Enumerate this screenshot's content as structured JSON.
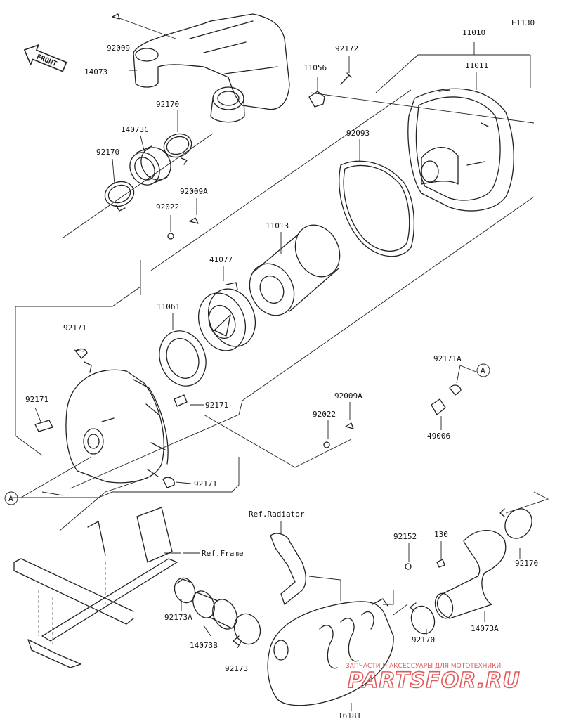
{
  "diagram": {
    "code": "E1130",
    "front_label": "FRONT",
    "callouts": [
      {
        "id": "c1",
        "text": "92009"
      },
      {
        "id": "c2",
        "text": "14073"
      },
      {
        "id": "c3",
        "text": "11056"
      },
      {
        "id": "c4",
        "text": "92172"
      },
      {
        "id": "c5",
        "text": "11010"
      },
      {
        "id": "c6",
        "text": "11011"
      },
      {
        "id": "c7",
        "text": "92170"
      },
      {
        "id": "c8",
        "text": "14073C"
      },
      {
        "id": "c9",
        "text": "92170"
      },
      {
        "id": "c10",
        "text": "92009A"
      },
      {
        "id": "c11",
        "text": "92022"
      },
      {
        "id": "c12",
        "text": "92093"
      },
      {
        "id": "c13",
        "text": "11013"
      },
      {
        "id": "c14",
        "text": "41077"
      },
      {
        "id": "c15",
        "text": "11061"
      },
      {
        "id": "c16",
        "text": "92171"
      },
      {
        "id": "c17",
        "text": "92171"
      },
      {
        "id": "c18",
        "text": "92171"
      },
      {
        "id": "c19",
        "text": "92171"
      },
      {
        "id": "c20",
        "text": "92171A"
      },
      {
        "id": "c21",
        "text": "49006"
      },
      {
        "id": "c22",
        "text": "92009A"
      },
      {
        "id": "c23",
        "text": "92022"
      },
      {
        "id": "c24",
        "text": "Ref.Radiator"
      },
      {
        "id": "c25",
        "text": "92152"
      },
      {
        "id": "c26",
        "text": "130"
      },
      {
        "id": "c27",
        "text": "Ref.Frame"
      },
      {
        "id": "c28",
        "text": "92170"
      },
      {
        "id": "c29",
        "text": "92173A"
      },
      {
        "id": "c30",
        "text": "14073B"
      },
      {
        "id": "c31",
        "text": "92173"
      },
      {
        "id": "c32",
        "text": "92170"
      },
      {
        "id": "c33",
        "text": "14073A"
      },
      {
        "id": "c34",
        "text": "16181"
      }
    ],
    "refs": [
      {
        "id": "a1",
        "text": "A"
      },
      {
        "id": "a2",
        "text": "A"
      }
    ]
  },
  "watermark": {
    "line1": "ЗАПЧАСТИ И АКСЕССУАРЫ ДЛЯ МОТОТЕХНИКИ",
    "brand": "PARTSFOR.RU",
    "color": "#e05a5a"
  }
}
